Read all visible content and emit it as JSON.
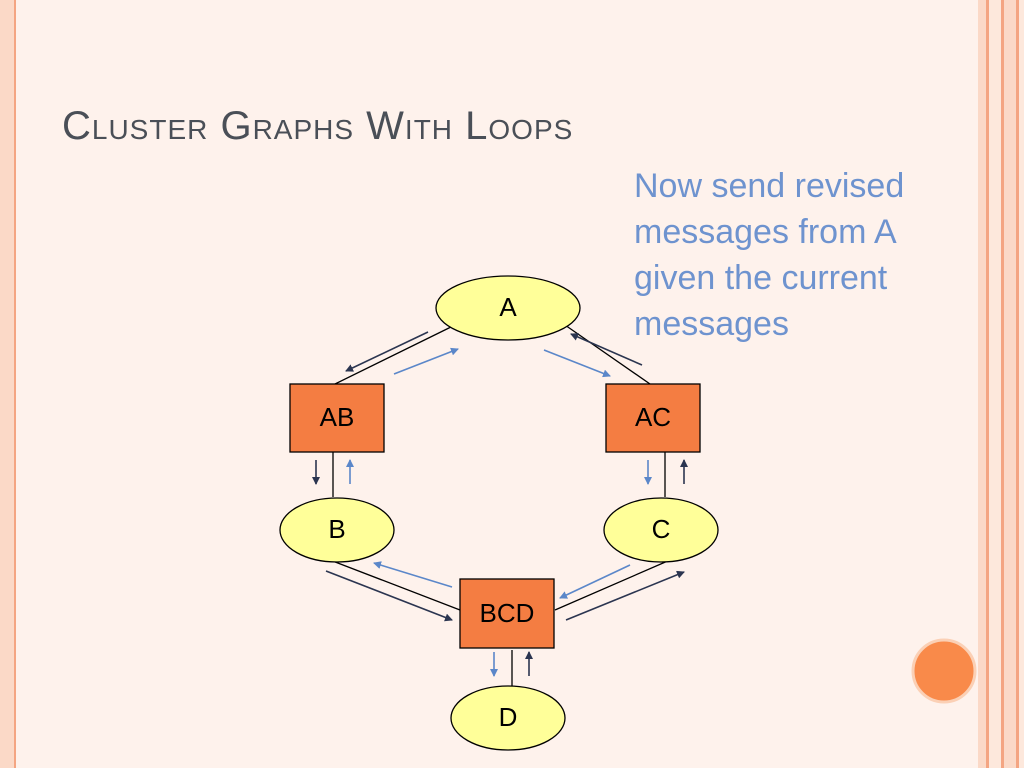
{
  "slide": {
    "title": "Cluster Graphs With Loops",
    "note_lines": [
      "Now send revised",
      "messages from A",
      "given the current",
      "messages"
    ]
  },
  "nodes": {
    "A": "A",
    "AB": "AB",
    "AC": "AC",
    "B": "B",
    "C": "C",
    "BCD": "BCD",
    "D": "D"
  },
  "colors": {
    "background": "#fef2ec",
    "variable_node_fill": "#ffff99",
    "factor_node_fill": "#f47d42",
    "title_text": "#4a4f57",
    "note_text": "#6e93cf",
    "dark_arrow": "#2b3550",
    "light_arrow": "#5b87c9",
    "accent_circle": "#f98a4a"
  }
}
